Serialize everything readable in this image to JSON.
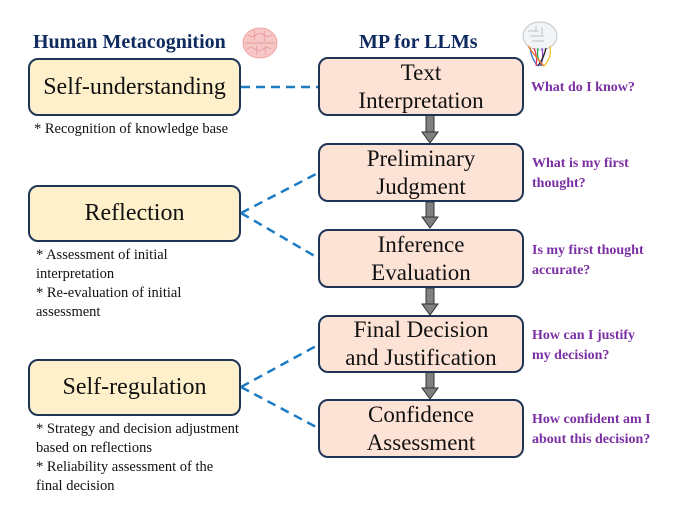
{
  "headers": {
    "human": "Human Metacognition",
    "mp": "MP for LLMs"
  },
  "icons": {
    "human": "brain-icon",
    "mp": "neural-brain-icon"
  },
  "colors": {
    "human_box_fill": "#fdf0cb",
    "mp_box_fill": "#fde3d6",
    "box_border": "#1f3556",
    "header_text": "#0f2a5f",
    "question_text": "#7b2fa3",
    "dashed_connector": "#1d7bc4",
    "arrow_fill": "#808080"
  },
  "human": [
    {
      "label": "Self-understanding",
      "notes": [
        "* Recognition of knowledge base"
      ]
    },
    {
      "label": "Reflection",
      "notes": [
        "* Assessment of initial",
        "interpretation",
        "* Re-evaluation of initial",
        "assessment"
      ]
    },
    {
      "label": "Self-regulation",
      "notes": [
        "* Strategy and decision adjustment",
        "based on reflections",
        "* Reliability assessment of the",
        "final decision"
      ]
    }
  ],
  "mp": [
    {
      "lines": [
        "Text",
        "Interpretation"
      ],
      "question": [
        "What do I know?"
      ]
    },
    {
      "lines": [
        "Preliminary",
        "Judgment"
      ],
      "question": [
        "What is my first",
        "thought?"
      ]
    },
    {
      "lines": [
        "Inference",
        "Evaluation"
      ],
      "question": [
        "Is my first thought",
        "accurate?"
      ]
    },
    {
      "lines": [
        "Final Decision",
        "and Justification"
      ],
      "question": [
        "How can I justify",
        "my decision?"
      ]
    },
    {
      "lines": [
        "Confidence",
        "Assessment"
      ],
      "question": [
        "How confident am I",
        "about this decision?"
      ]
    }
  ]
}
